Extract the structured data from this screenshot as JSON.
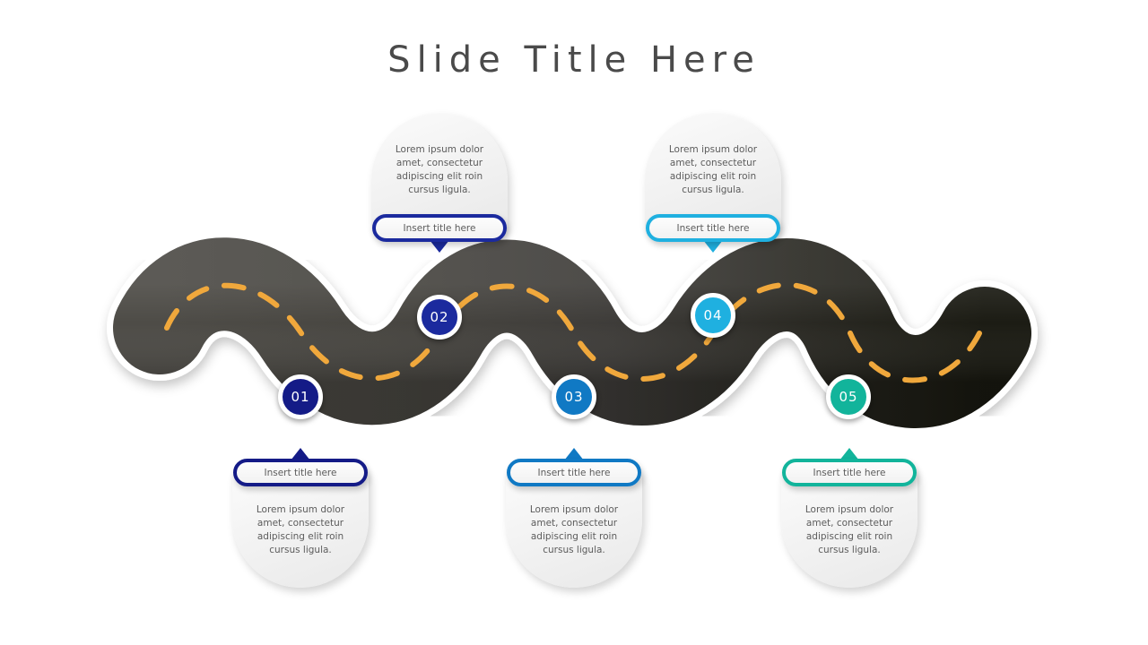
{
  "slide": {
    "title": "Slide Title Here",
    "background_color": "#ffffff",
    "title_color": "#4a4a4a"
  },
  "road": {
    "surface_color_left": "#46443f",
    "surface_color_right": "#1a1a18",
    "edge_color": "#ffffff",
    "center_line_color": "#f0a83c",
    "center_line_style": "dashed"
  },
  "steps": [
    {
      "number": "01",
      "position": "bottom",
      "accent_color": "#141b87",
      "title": "Insert title here",
      "body": "Lorem ipsum dolor amet, consectetur adipiscing elit roin cursus ligula."
    },
    {
      "number": "02",
      "position": "top",
      "accent_color": "#1b2a9e",
      "title": "Insert title here",
      "body": "Lorem ipsum dolor amet, consectetur adipiscing elit roin cursus ligula."
    },
    {
      "number": "03",
      "position": "bottom",
      "accent_color": "#1079c4",
      "title": "Insert title here",
      "body": "Lorem ipsum dolor amet, consectetur adipiscing elit roin cursus ligula."
    },
    {
      "number": "04",
      "position": "top",
      "accent_color": "#1fb0e0",
      "title": "Insert title here",
      "body": "Lorem ipsum dolor amet, consectetur adipiscing elit roin cursus ligula."
    },
    {
      "number": "05",
      "position": "bottom",
      "accent_color": "#12b49b",
      "title": "Insert title here",
      "body": "Lorem ipsum dolor amet, consectetur adipiscing elit roin cursus ligula."
    }
  ]
}
